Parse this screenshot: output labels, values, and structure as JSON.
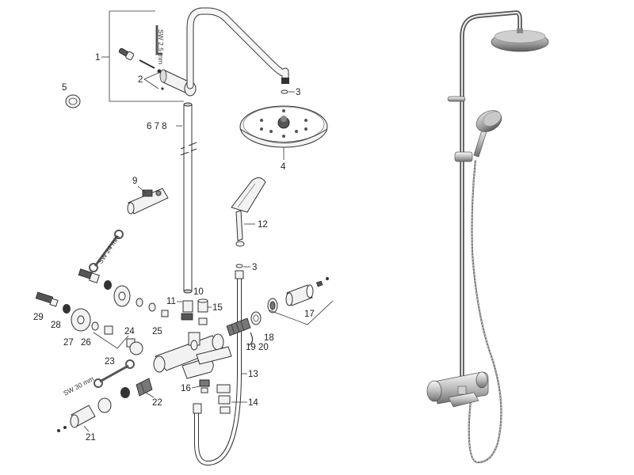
{
  "callouts": {
    "c1": "1",
    "c2": "2",
    "c3a": "3",
    "c3b": "3",
    "c4": "4",
    "c5": "5",
    "c678": "6 7 8",
    "c9": "9",
    "c10": "10",
    "c11": "11",
    "c12": "12",
    "c13": "13",
    "c14": "14",
    "c15": "15",
    "c16": "16",
    "c17": "17",
    "c18": "18",
    "c1920": "19 20",
    "c21": "21",
    "c22": "22",
    "c23": "23",
    "c24": "24",
    "c25": "25",
    "c26": "26",
    "c27": "27",
    "c28": "28",
    "c29": "29"
  },
  "tool_labels": {
    "sw25": "SW 2,5 mm",
    "sw24": "SW 24 mm",
    "sw30": "SW 30 mm"
  }
}
